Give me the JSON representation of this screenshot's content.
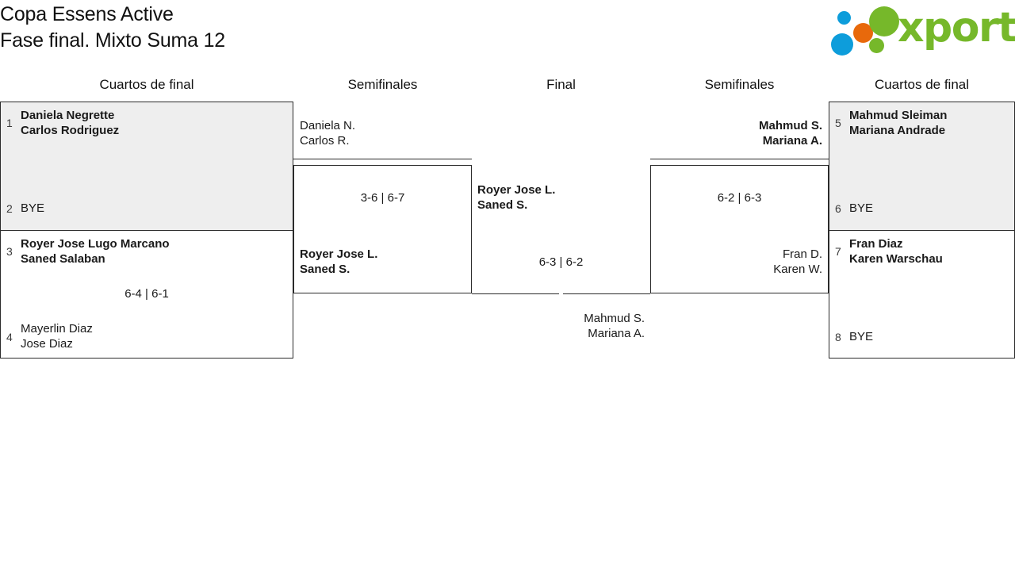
{
  "header": {
    "title_line1": "Copa Essens Active",
    "title_line2": "Fase final. Mixto Suma 12",
    "logo_text": "xporty",
    "logo_colors": {
      "green": "#76b82a",
      "blue": "#0d9ddb",
      "orange": "#e8690b"
    }
  },
  "rounds": [
    {
      "label": "Cuartos de final",
      "side": "left"
    },
    {
      "label": "Semifinales",
      "side": "left"
    },
    {
      "label": "Final",
      "side": "center"
    },
    {
      "label": "Semifinales",
      "side": "right"
    },
    {
      "label": "Cuartos de final",
      "side": "right"
    }
  ],
  "bracket": {
    "left_quarterfinals": [
      {
        "seed_top": "1",
        "top_line1": "Daniela Negrette",
        "top_line2": "Carlos Rodriguez",
        "top_winner": true,
        "seed_bottom": "2",
        "bottom_line1": "BYE",
        "bottom_line2": "",
        "bottom_winner": false,
        "score": "",
        "shaded": true
      },
      {
        "seed_top": "3",
        "top_line1": "Royer Jose Lugo Marcano",
        "top_line2": "Saned Salaban",
        "top_winner": true,
        "seed_bottom": "4",
        "bottom_line1": "Mayerlin Diaz",
        "bottom_line2": "Jose Diaz",
        "bottom_winner": false,
        "score": "6-4 | 6-1",
        "shaded": false
      }
    ],
    "left_semifinal": {
      "top_line1": "Daniela N.",
      "top_line2": "Carlos R.",
      "top_winner": false,
      "bottom_line1": "Royer Jose L.",
      "bottom_line2": "Saned S.",
      "bottom_winner": true,
      "score": "3-6 | 6-7"
    },
    "final": {
      "left_line1": "Royer Jose L.",
      "left_line2": "Saned S.",
      "left_winner": true,
      "right_line1": "Mahmud S.",
      "right_line2": "Mariana A.",
      "right_winner": false,
      "score": "6-3 | 6-2"
    },
    "right_semifinal": {
      "top_line1": "Mahmud S.",
      "top_line2": "Mariana A.",
      "top_winner": true,
      "bottom_line1": "Fran D.",
      "bottom_line2": "Karen W.",
      "bottom_winner": false,
      "score": "6-2 | 6-3"
    },
    "right_quarterfinals": [
      {
        "seed_top": "5",
        "top_line1": "Mahmud Sleiman",
        "top_line2": "Mariana Andrade",
        "top_winner": true,
        "seed_bottom": "6",
        "bottom_line1": "BYE",
        "bottom_line2": "",
        "bottom_winner": false,
        "score": "",
        "shaded": true
      },
      {
        "seed_top": "7",
        "top_line1": "Fran Diaz",
        "top_line2": "Karen Warschau",
        "top_winner": true,
        "seed_bottom": "8",
        "bottom_line1": "BYE",
        "bottom_line2": "",
        "bottom_winner": false,
        "score": "",
        "shaded": false
      }
    ]
  }
}
